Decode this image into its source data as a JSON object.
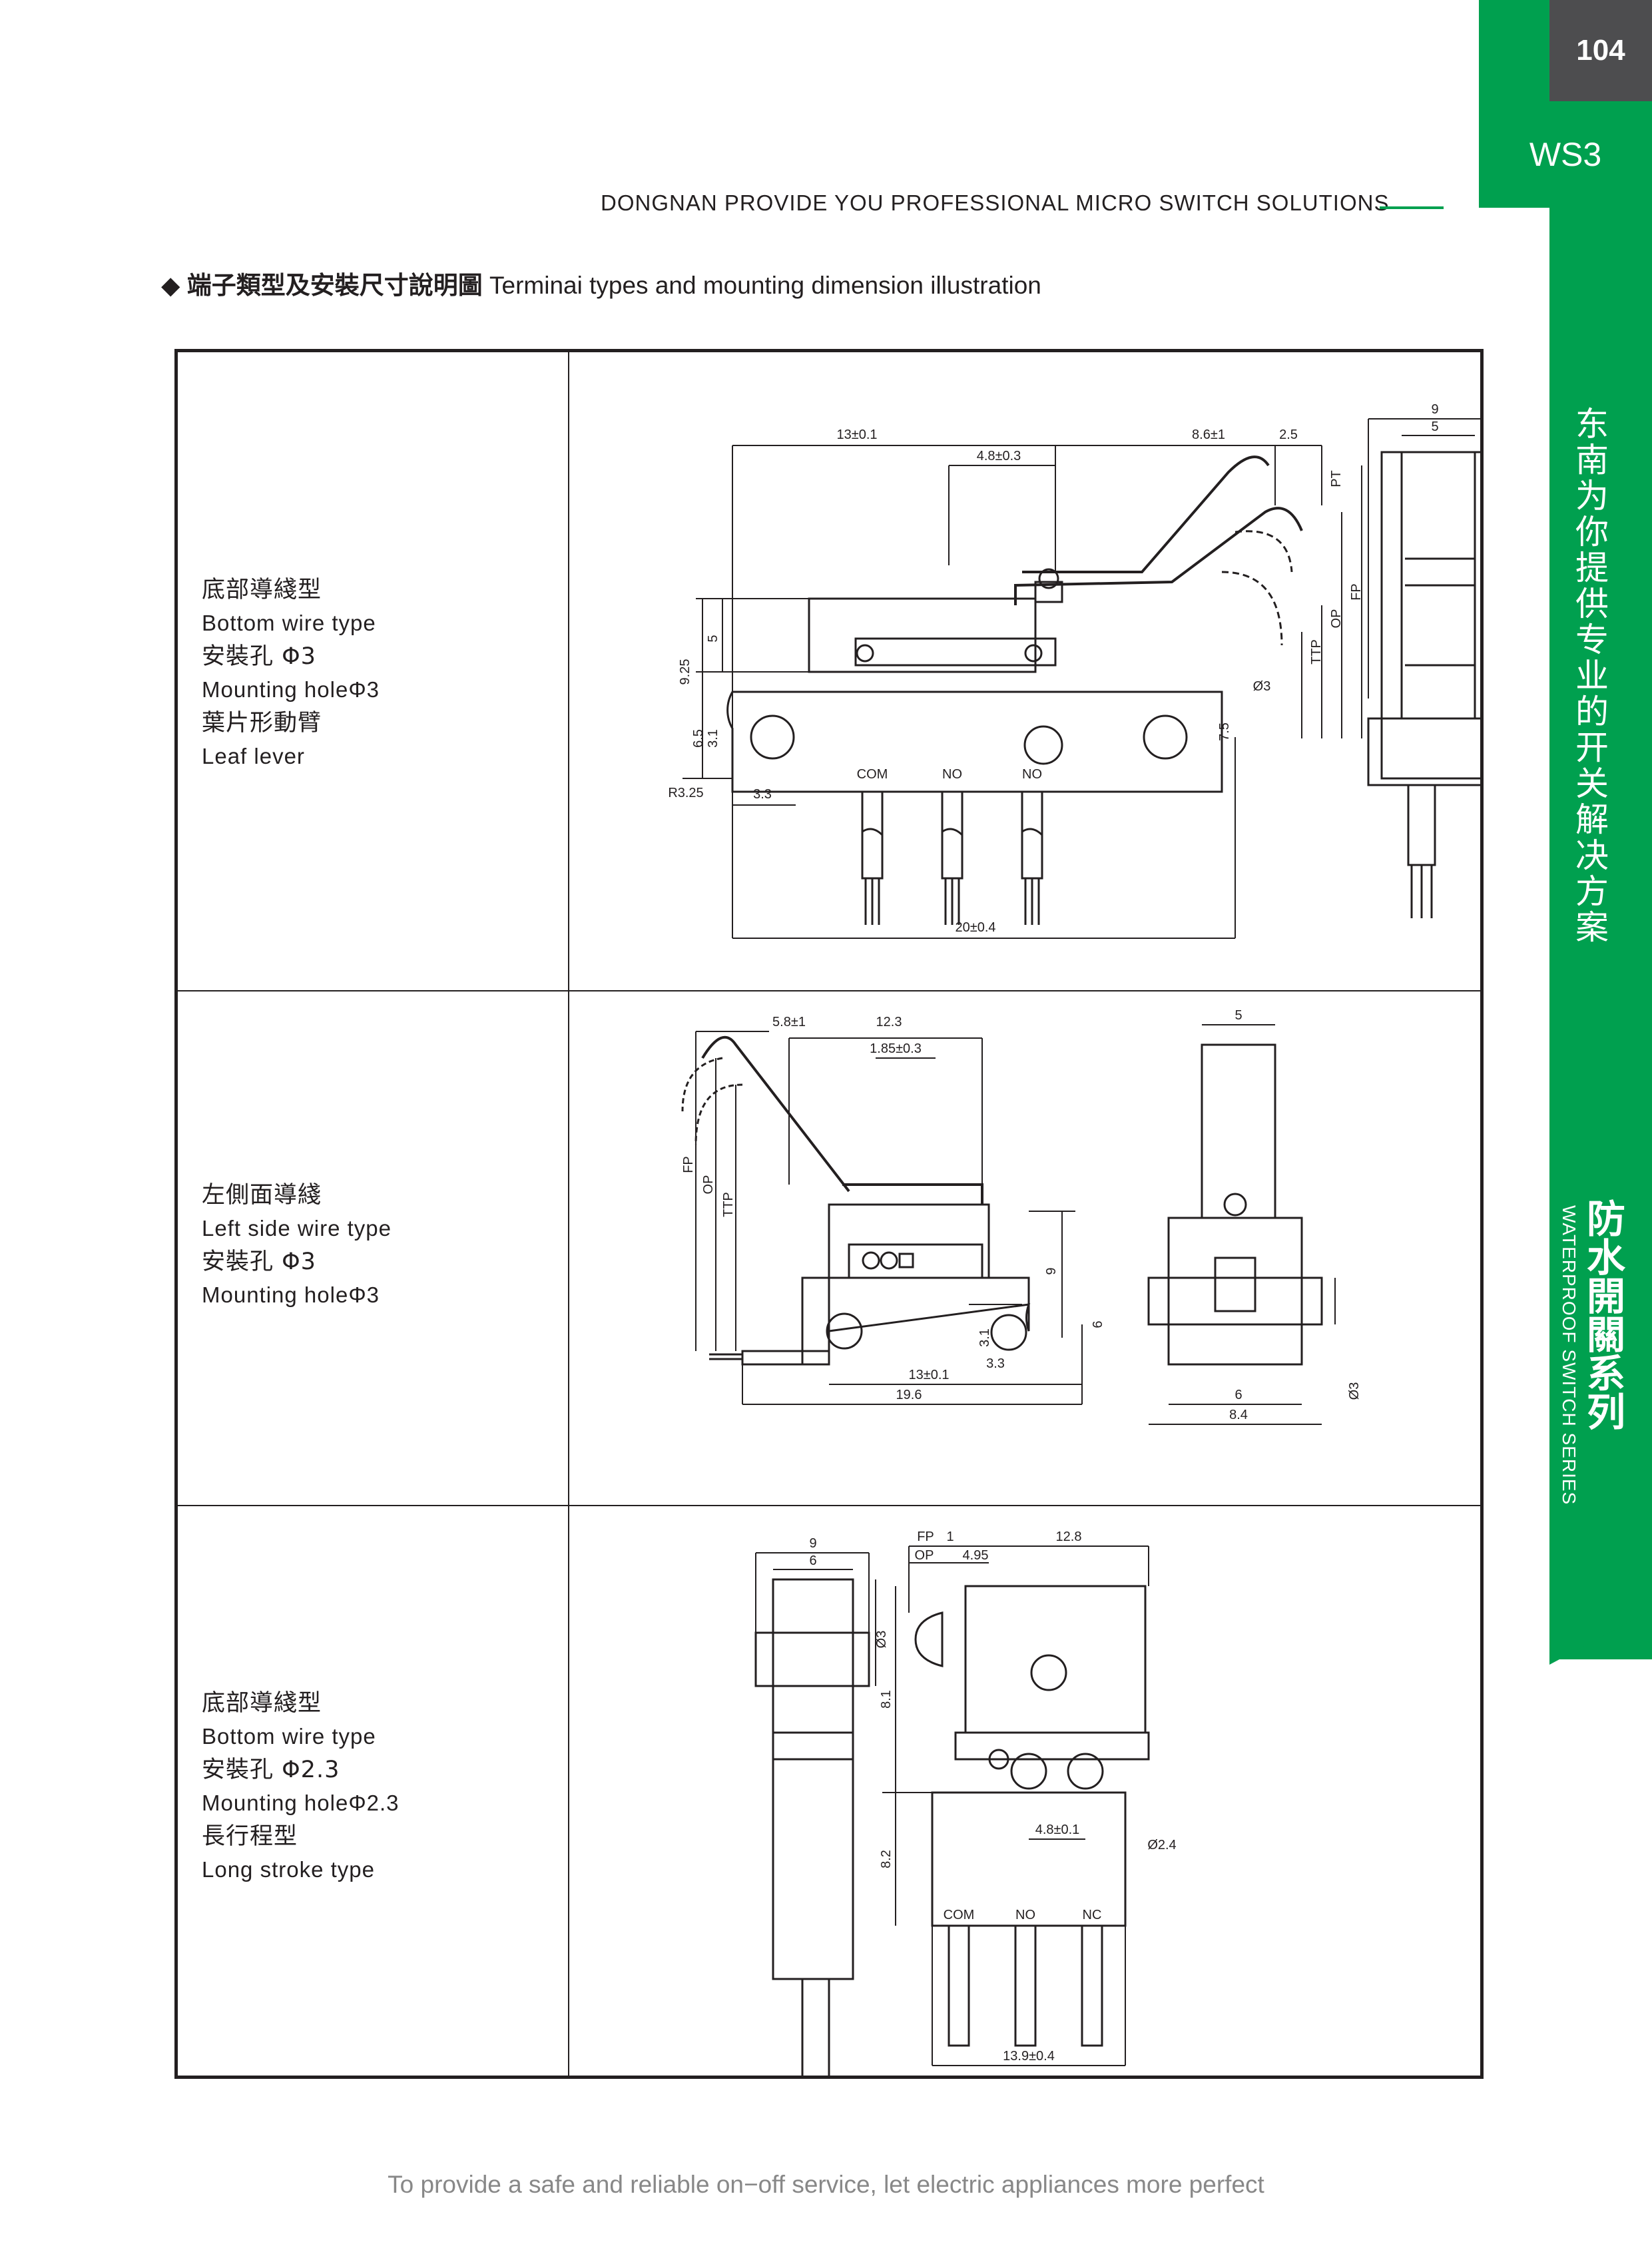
{
  "header": {
    "page_number": "104",
    "model": "WS3",
    "tagline": "DONGNAN PROVIDE YOU PROFESSIONAL MICRO SWITCH SOLUTIONS"
  },
  "sidebar": {
    "slogan_cn": "东南为你提供专业的开关解决方案",
    "series_cn": "防水開關系列",
    "series_en": "WATERPROOF SWITCH SERIES"
  },
  "section": {
    "title_cn": "端子類型及安裝尺寸說明圖",
    "title_en": "Terminai types and mounting dimension illustration"
  },
  "rows": [
    {
      "lines": [
        "底部導綫型",
        "Bottom wire type",
        "安裝孔 Φ3",
        "Mounting holeΦ3",
        "葉片形動臂",
        "Leaf lever"
      ],
      "dims": {
        "d1": "13±0.1",
        "d2": "8.6±1",
        "d3": "2.5",
        "d4": "4.8±0.3",
        "d5": "9",
        "d6": "5",
        "d7": "9.25",
        "d8": "5",
        "d9": "6.5",
        "d10": "3.1",
        "d11": "R3.25",
        "d12": "3.3",
        "d13": "20±0.4",
        "d14": "Ø3",
        "d15": "7.5",
        "d16": "PT",
        "d17": "FP",
        "d18": "OP",
        "d19": "TTP",
        "t1": "COM",
        "t2": "NO",
        "t3": "NO"
      }
    },
    {
      "lines": [
        "左側面導綫",
        "Left side wire type",
        "安裝孔 Φ3",
        "Mounting holeΦ3"
      ],
      "dims": {
        "d1": "5.8±1",
        "d2": "12.3",
        "d3": "1.85±0.3",
        "d4": "5",
        "d5": "FP",
        "d6": "OP",
        "d7": "TTP",
        "d8": "9",
        "d9": "6",
        "d10": "3.1",
        "d11": "3.3",
        "d12": "13±0.1",
        "d13": "19.6",
        "d14": "6",
        "d15": "8.4",
        "d16": "Ø3"
      }
    },
    {
      "lines": [
        "底部導綫型",
        "Bottom wire type",
        "安裝孔 Φ2.3",
        "Mounting holeΦ2.3",
        "長行程型",
        "Long stroke type"
      ],
      "dims": {
        "d1": "9",
        "d2": "6",
        "d3": "Ø3",
        "d4": "FP",
        "d5": "1",
        "d6": "12.8",
        "d7": "OP",
        "d8": "4.95",
        "d9": "8.1",
        "d10": "8.2",
        "d11": "4.8±0.1",
        "d12": "Ø2.4",
        "d13": "13.9±0.4",
        "t1": "COM",
        "t2": "NO",
        "t3": "NC"
      }
    }
  ],
  "footer": "To provide a safe and reliable on−off service, let electric appliances more perfect"
}
